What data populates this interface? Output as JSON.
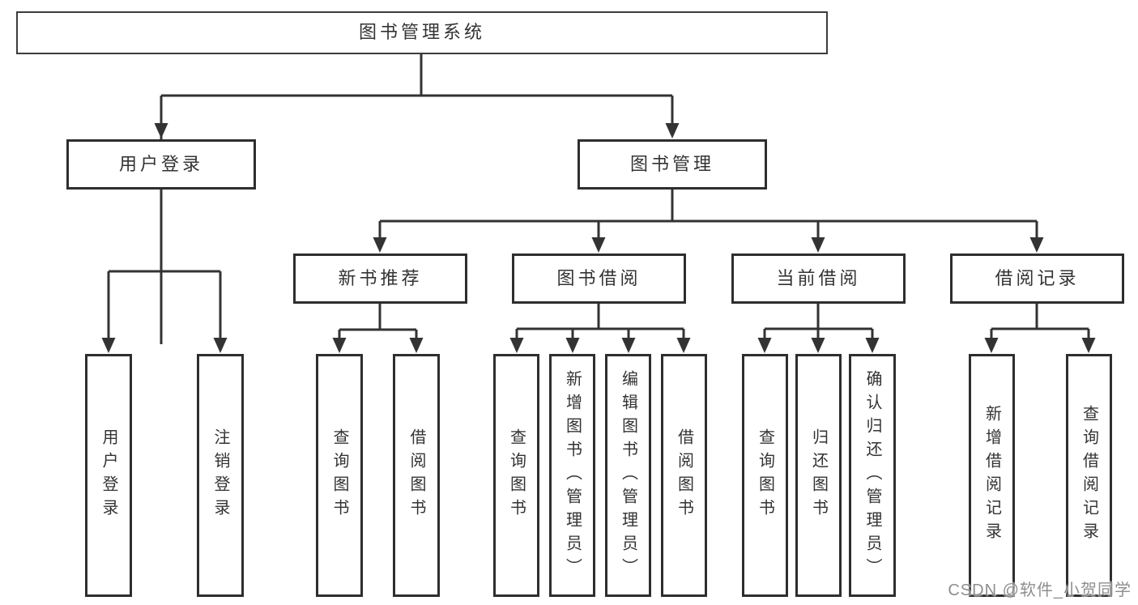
{
  "diagram_title": "图书管理系统",
  "tree": {
    "root": {
      "label": "图书管理系统",
      "children": [
        {
          "label": "用户登录",
          "children": [
            {
              "label": "用户登录"
            },
            {
              "label": "注销登录"
            }
          ]
        },
        {
          "label": "图书管理",
          "children": [
            {
              "label": "新书推荐",
              "children": [
                {
                  "label": "查询图书"
                },
                {
                  "label": "借阅图书"
                }
              ]
            },
            {
              "label": "图书借阅",
              "children": [
                {
                  "label": "查询图书"
                },
                {
                  "label": "新增图书（管理员）"
                },
                {
                  "label": "编辑图书（管理员）"
                },
                {
                  "label": "借阅图书"
                }
              ]
            },
            {
              "label": "当前借阅",
              "children": [
                {
                  "label": "查询图书"
                },
                {
                  "label": "归还图书"
                },
                {
                  "label": "确认归还（管理员）"
                }
              ]
            },
            {
              "label": "借阅记录",
              "children": [
                {
                  "label": "新增借阅记录"
                },
                {
                  "label": "查询借阅记录"
                }
              ]
            }
          ]
        }
      ]
    }
  },
  "watermark": {
    "text": "CSDN @软件_小贺同学"
  },
  "colors": {
    "line": "#333333",
    "box_border": "#2e2e2e",
    "text": "#333333",
    "watermark": "#848484",
    "background": "#ffffff"
  }
}
